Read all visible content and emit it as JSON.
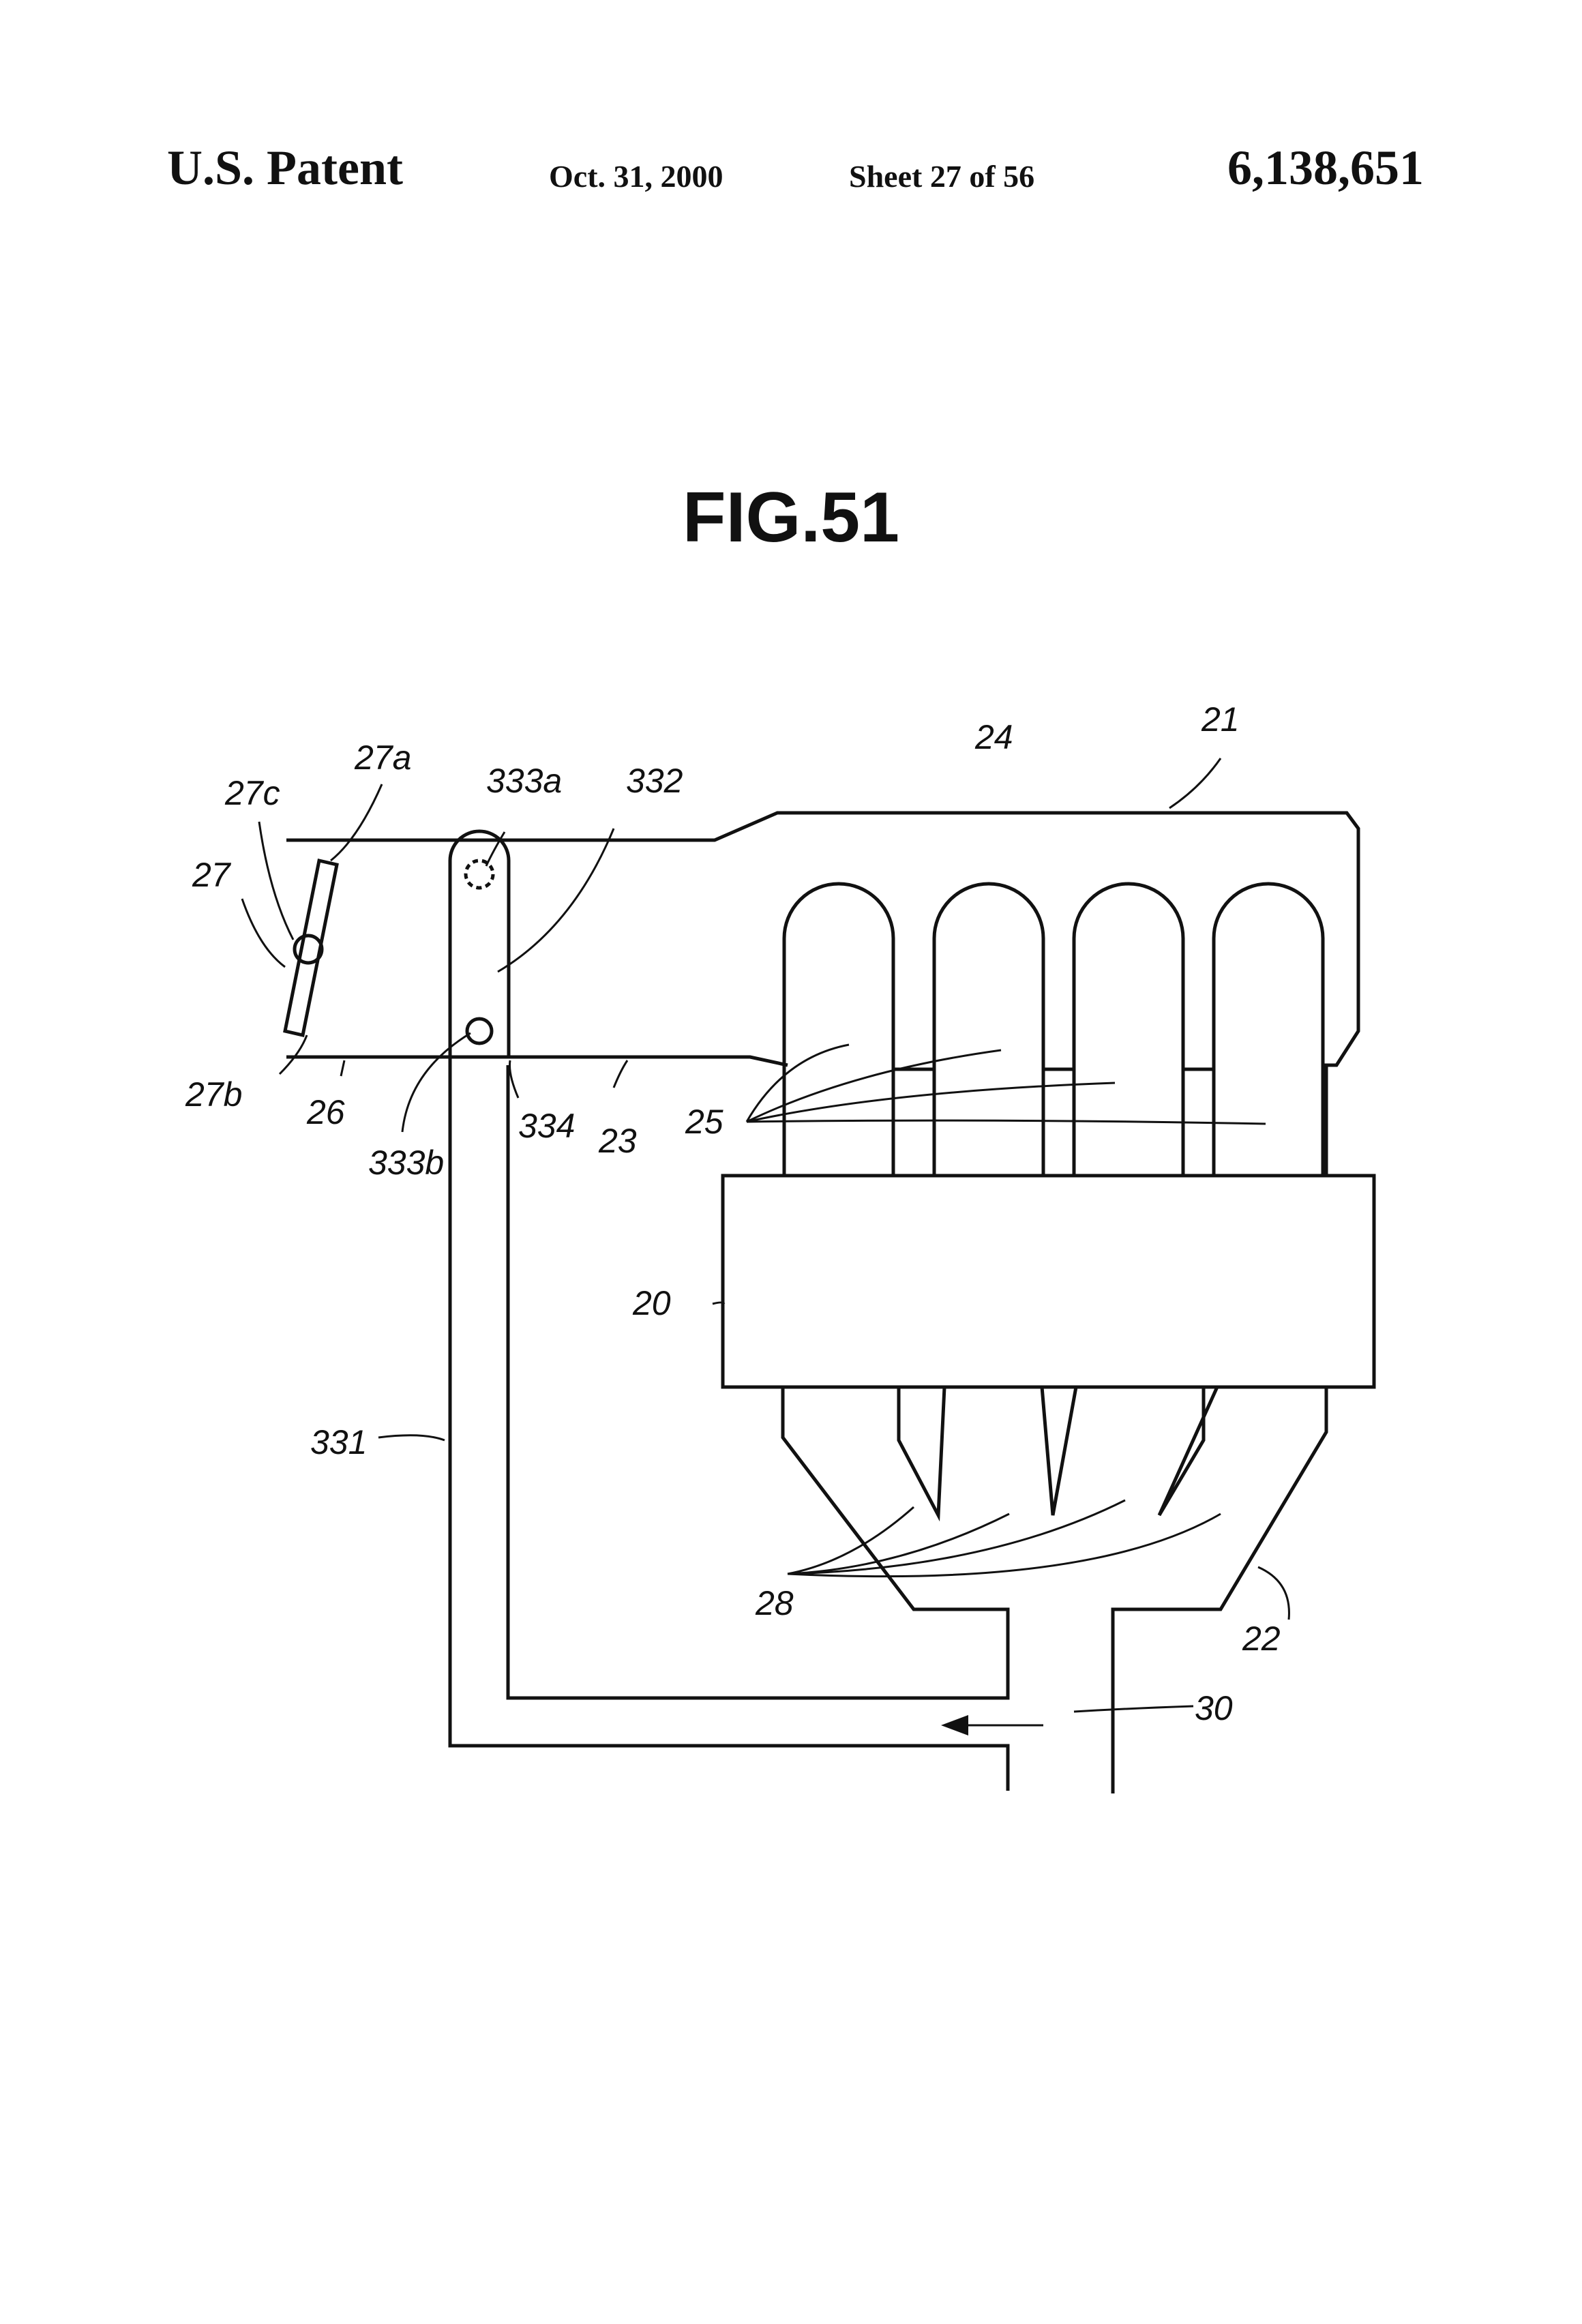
{
  "header": {
    "left": "U.S. Patent",
    "date": "Oct. 31, 2000",
    "sheet": "Sheet 27 of 56",
    "number": "6,138,651"
  },
  "figure": {
    "title": "FIG.51"
  },
  "labels": {
    "l21": "21",
    "l24": "24",
    "l27a": "27a",
    "l27c": "27c",
    "l27": "27",
    "l27b": "27b",
    "l26": "26",
    "l333a": "333a",
    "l332": "332",
    "l333b": "333b",
    "l334": "334",
    "l23": "23",
    "l25": "25",
    "l20": "20",
    "l331": "331",
    "l28": "28",
    "l22": "22",
    "l30": "30"
  }
}
